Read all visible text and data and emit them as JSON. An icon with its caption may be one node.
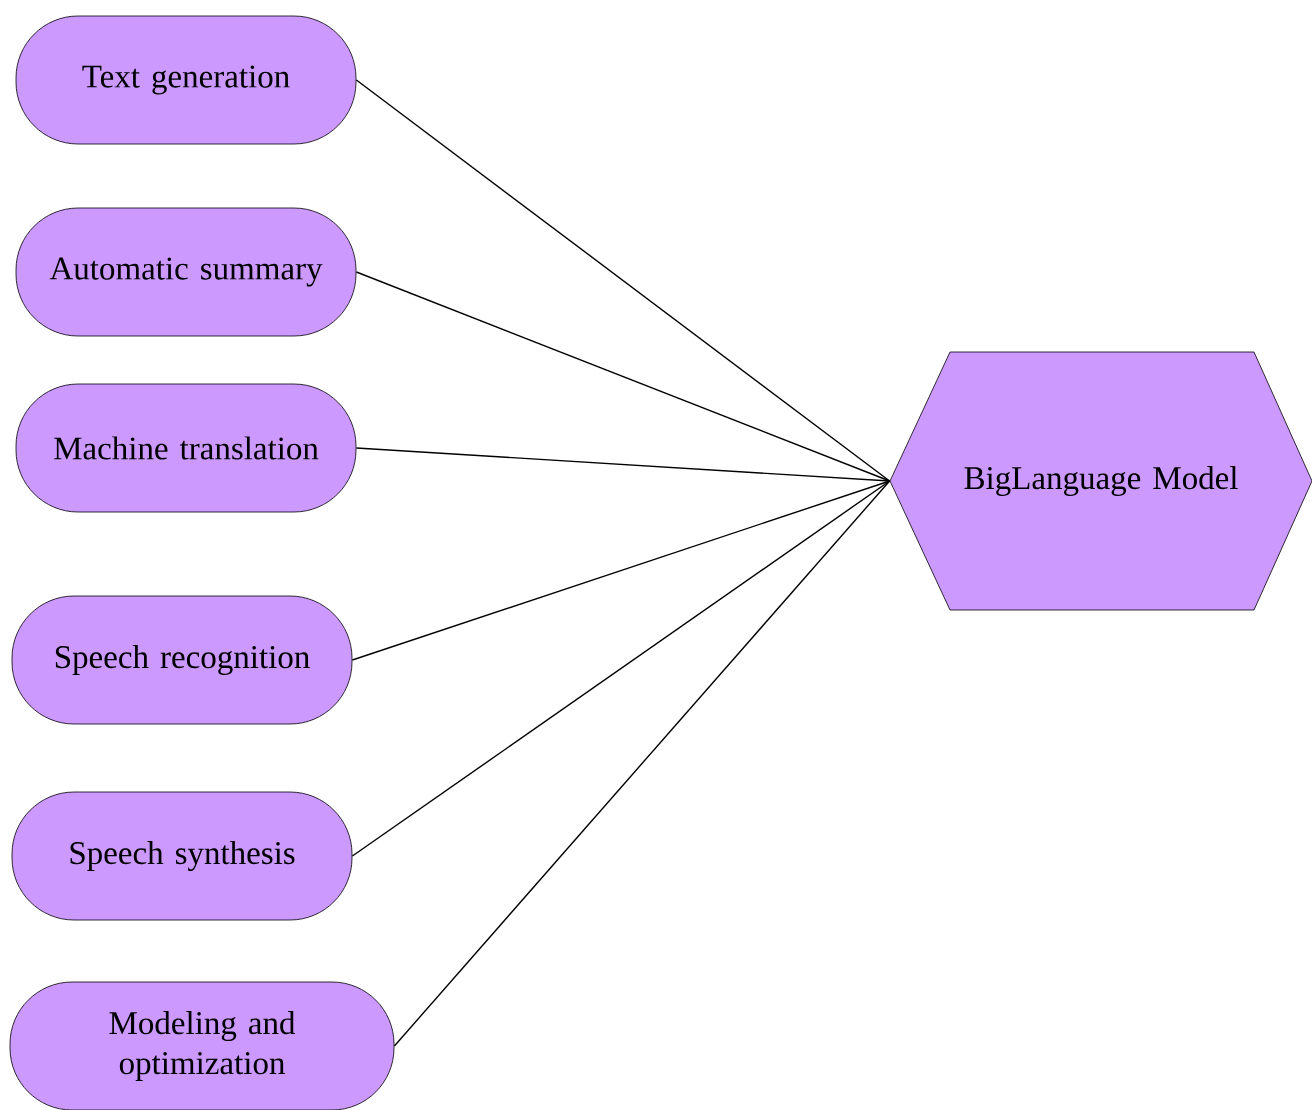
{
  "diagram": {
    "nodes": [
      {
        "text": [
          "Text generation"
        ]
      },
      {
        "text": [
          "Automatic summary"
        ]
      },
      {
        "text": [
          "Machine translation"
        ]
      },
      {
        "text": [
          "Speech recognition"
        ]
      },
      {
        "text": [
          "Speech synthesis"
        ]
      },
      {
        "text": [
          "Modeling and optimization"
        ]
      },
      {
        "text": [
          "BigLanguage Model"
        ]
      }
    ],
    "edges": [
      {
        "from": 0,
        "to": 6,
        "arrow": "none"
      },
      {
        "from": 1,
        "to": 6,
        "arrow": "none"
      },
      {
        "from": 2,
        "to": 6,
        "arrow": "none"
      },
      {
        "from": 3,
        "to": 6,
        "arrow": "none"
      },
      {
        "from": 4,
        "to": 6,
        "arrow": "none"
      },
      {
        "from": 5,
        "to": 6,
        "arrow": "none"
      }
    ]
  }
}
